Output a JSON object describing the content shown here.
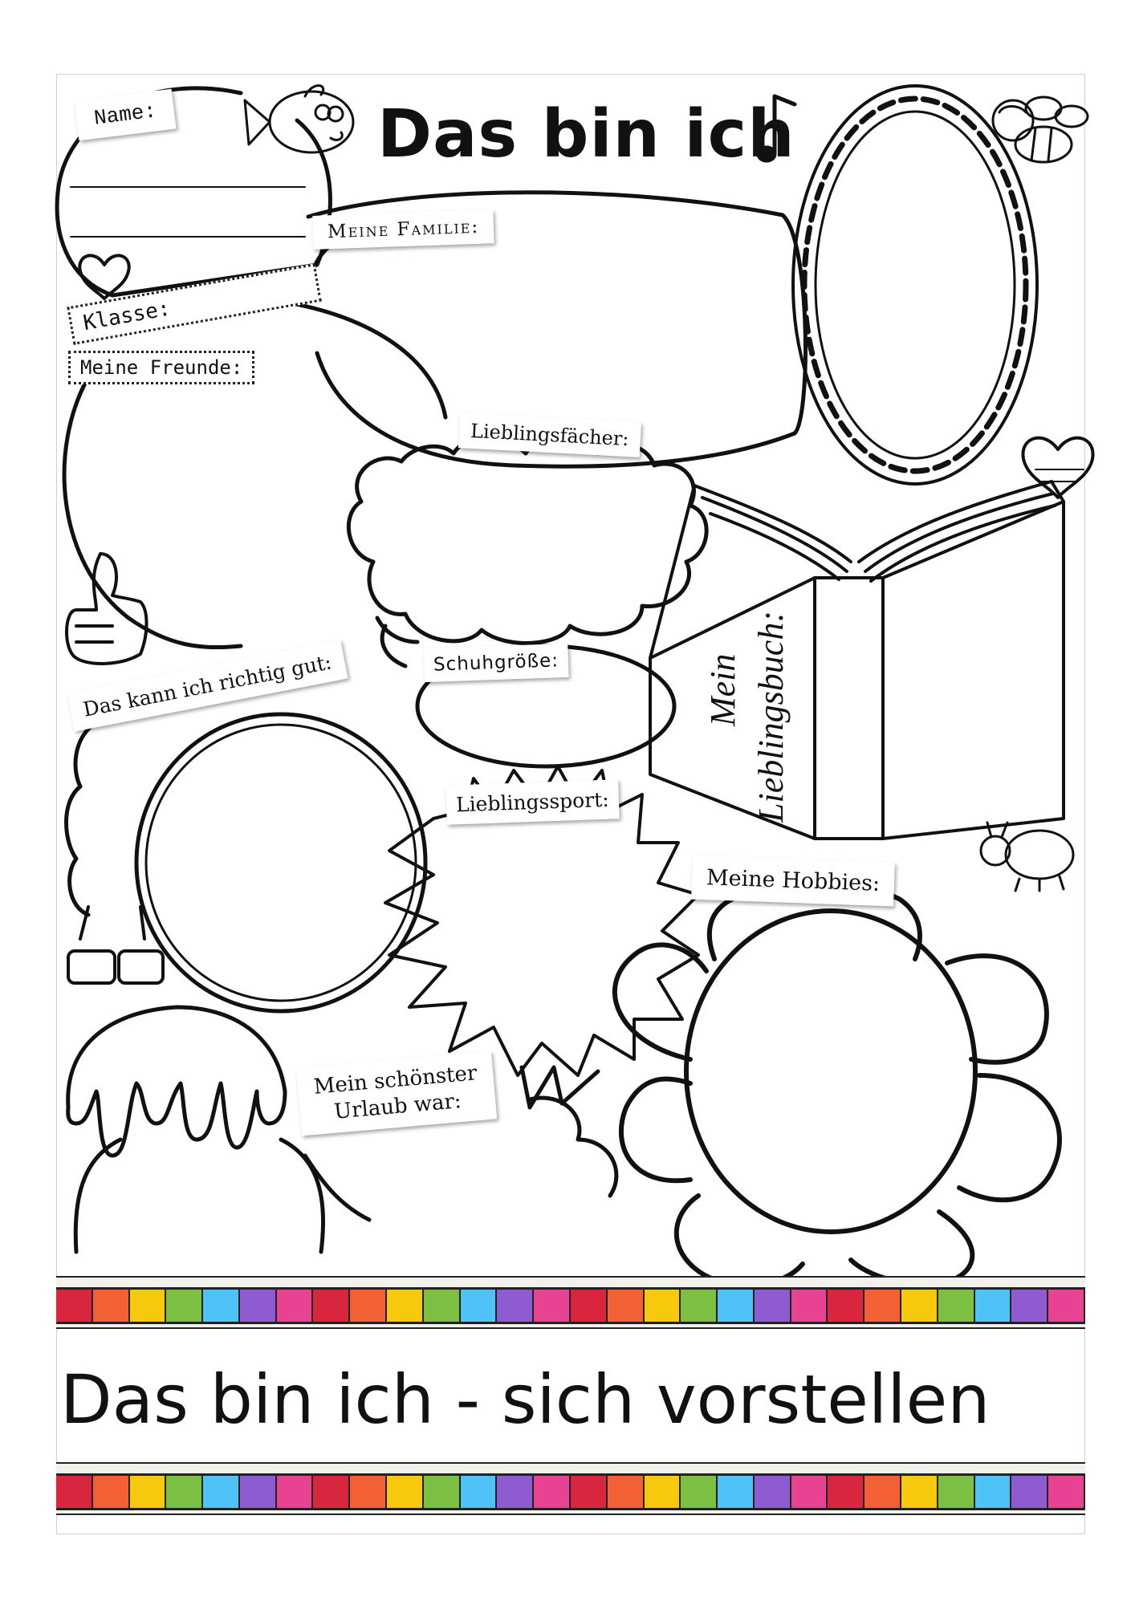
{
  "worksheet": {
    "title": "Das bin ich",
    "bottom_title": "Das bin ich - sich vorstellen"
  },
  "labels": {
    "name": "Name:",
    "familie": "Meine Familie:",
    "klasse": "Klasse:",
    "freunde": "Meine Freunde:",
    "faecher": "Lieblingsfächer:",
    "kann": "Das kann ich richtig gut:",
    "schuh": "Schuhgröße:",
    "sport": "Lieblingssport:",
    "hobbies": "Meine Hobbies:",
    "urlaub_line1": "Mein schönster",
    "urlaub_line2": "Urlaub war:",
    "buch_line1": "Mein",
    "buch_line2": "Lieblingsbuch:"
  },
  "icons": [
    "fish-icon",
    "music-note-icon",
    "bee-icon",
    "heart-icon",
    "thumbs-up-icon",
    "ladybug-icon",
    "sunglasses-icon",
    "ice-cream-icon"
  ],
  "stripe_colors": [
    "#d7263d",
    "#f46036",
    "#f6c90e",
    "#7bc043",
    "#4fc3f7",
    "#8e5bd0",
    "#e84393"
  ]
}
